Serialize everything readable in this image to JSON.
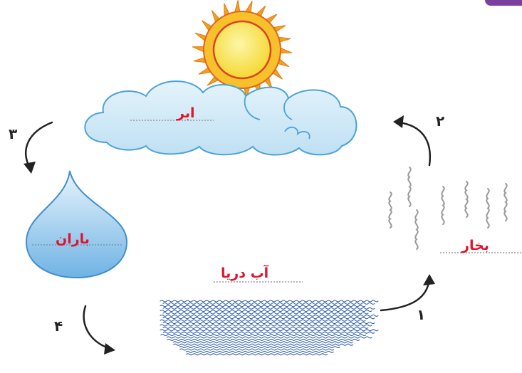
{
  "labels": {
    "cloud": "ابر",
    "rain": "باران",
    "vapor": "بخار",
    "sea_water": "آب دریا"
  },
  "steps": {
    "one": "۱",
    "two": "۲",
    "three": "۳",
    "four": "۴"
  },
  "colors": {
    "label": "#e0142b",
    "sun_core": "#f7e34a",
    "sun_rays": "#f2a11c",
    "sun_outline": "#d9432a",
    "cloud_fill": "#cfe8f6",
    "cloud_outline": "#4aa3d8",
    "drop_fill": "#8cc5ea",
    "water": "#2b5ba8",
    "vapor": "#9a9a9a",
    "arrow": "#222222",
    "corner": "#7b3fa0"
  }
}
